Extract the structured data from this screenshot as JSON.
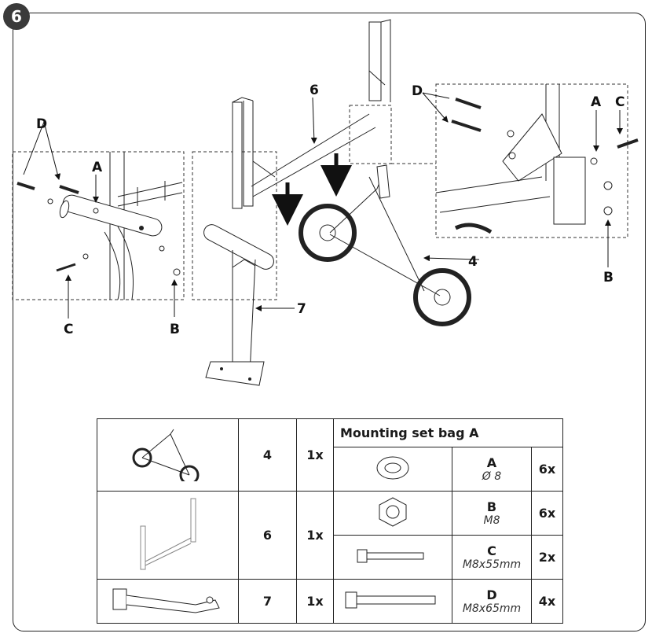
{
  "step_number": "6",
  "callouts": {
    "d_left": "D",
    "a_left": "A",
    "c_left": "C",
    "b_left": "B",
    "part6": "6",
    "part7": "7",
    "part4": "4",
    "d_right": "D",
    "a_right": "A",
    "c_right": "C",
    "b_right": "B"
  },
  "parts_table": {
    "header": "Mounting set bag A",
    "parts": [
      {
        "number": "4",
        "quantity": "1x",
        "icon": "wheel-frame-icon"
      },
      {
        "number": "6",
        "quantity": "1x",
        "icon": "crossbar-frame-icon"
      },
      {
        "number": "7",
        "quantity": "1x",
        "icon": "support-leg-icon"
      }
    ],
    "hardware": [
      {
        "code": "A",
        "spec": "Ø 8",
        "quantity": "6x",
        "icon": "washer-icon"
      },
      {
        "code": "B",
        "spec": "M8",
        "quantity": "6x",
        "icon": "nut-icon"
      },
      {
        "code": "C",
        "spec": "M8x55mm",
        "quantity": "2x",
        "icon": "short-bolt-icon"
      },
      {
        "code": "D",
        "spec": "M8x65mm",
        "quantity": "4x",
        "icon": "long-bolt-icon"
      }
    ]
  }
}
